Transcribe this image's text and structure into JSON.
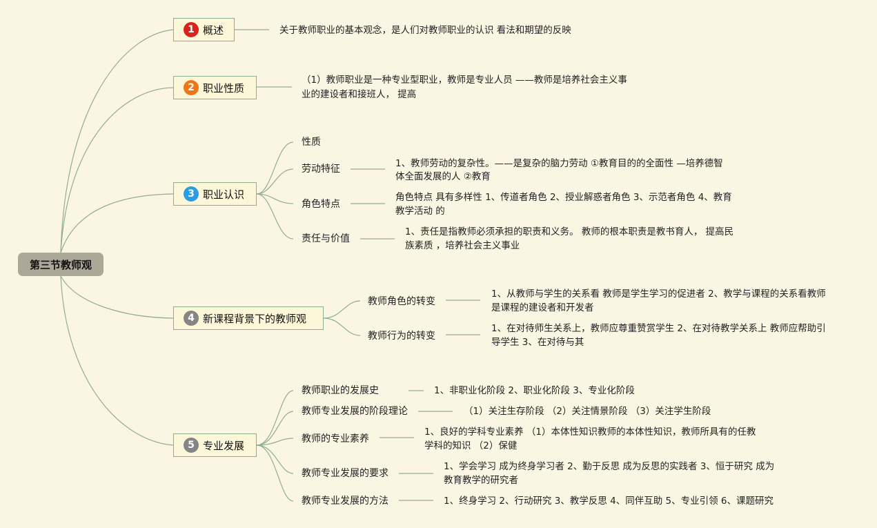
{
  "root": "第三节教师观",
  "colors": {
    "background": "#fbf6e4",
    "line": "#8fae8d",
    "root_fill": "#aca898",
    "node_fill": "#fdf7d9"
  },
  "branches": [
    {
      "num": "1",
      "label": "概述",
      "text": "关于教师职业的基本观念，是人们对教师职业的认识 看法和期望的反映"
    },
    {
      "num": "2",
      "label": "职业性质",
      "text_lines": [
        "（1）教师职业是一种专业型职业，教师是专业人员 ——教师是培养社会主义事",
        "业的建设者和接班人， 提高"
      ]
    },
    {
      "num": "3",
      "label": "职业认识",
      "children": [
        {
          "label": "性质"
        },
        {
          "label": "劳动特征",
          "lines": [
            "1、教师劳动的复杂性。——是复杂的脑力劳动 ①教育目的的全面性 —培养德智",
            "体全面发展的人 ②教育"
          ]
        },
        {
          "label": "角色特点",
          "lines": [
            "角色特点 具有多样性 1、传道者角色 2、授业解惑者角色 3、示范者角色 4、教育",
            "教学活动 的"
          ]
        },
        {
          "label": "责任与价值",
          "lines": [
            "1、责任是指教师必须承担的职责和义务。 教师的根本职责是教书育人， 提高民",
            "族素质 ，培养社会主义事业"
          ]
        }
      ]
    },
    {
      "num": "4",
      "label": "新课程背景下的教师观",
      "children": [
        {
          "label": "教师角色的转变",
          "lines": [
            "1、从教师与学生的关系看 教师是学生学习的促进者 2、教学与课程的关系看教师",
            "是课程的建设者和开发者"
          ]
        },
        {
          "label": "教师行为的转变",
          "lines": [
            "1、在对待师生关系上，教师应尊重赞赏学生 2、在对待教学关系上 教师应帮助引",
            "导学生 3、在对待与其"
          ]
        }
      ]
    },
    {
      "num": "5",
      "label": "专业发展",
      "children": [
        {
          "label": "教师职业的发展史",
          "lines": [
            "1、非职业化阶段 2、职业化阶段 3、专业化阶段"
          ]
        },
        {
          "label": "教师专业发展的阶段理论",
          "lines": [
            "（1）关注生存阶段 （2）关注情景阶段 （3）关注学生阶段"
          ]
        },
        {
          "label": "教师的专业素养",
          "lines": [
            "1、良好的学科专业素养 （1）本体性知识教师的本体性知识，教师所具有的任教",
            "学科的知识 （2）保健"
          ]
        },
        {
          "label": "教师专业发展的要求",
          "lines": [
            "1、学会学习 成为终身学习者 2、勤于反思 成为反思的实践者 3、恒于研究 成为",
            "教育教学的研究者"
          ]
        },
        {
          "label": "教师专业发展的方法",
          "lines": [
            "1、终身学习 2、行动研究 3、教学反思 4、同伴互助 5、专业引领 6、课题研究"
          ]
        }
      ]
    }
  ]
}
